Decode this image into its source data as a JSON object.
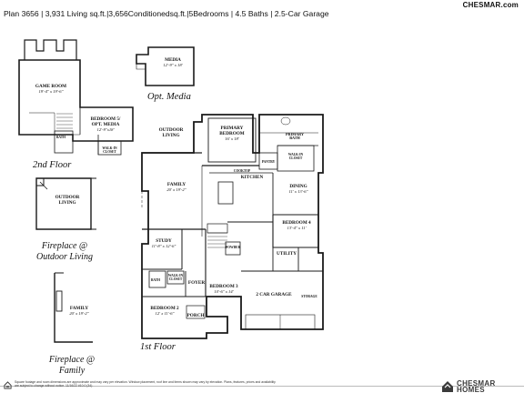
{
  "header": {
    "site": "CHESMAR.com",
    "title": "Plan 3656 | 3,931 Living sq.ft.|3,656Conditionedsq.ft.|5Bedrooms | 4.5 Baths | 2.5-Car Garage"
  },
  "captions": {
    "second_floor": "2nd Floor",
    "opt_media": "Opt. Media",
    "first_floor": "1st Floor",
    "fireplace_outdoor_1": "Fireplace @",
    "fireplace_outdoor_2": "Outdoor Living",
    "fireplace_family_1": "Fireplace @",
    "fireplace_family_2": "Family"
  },
  "rooms": {
    "game_room": {
      "name": "GAME ROOM",
      "dim": "19'-4\" x 19'-6\""
    },
    "bedroom5": {
      "name": "BEDROOM 5/ OPT. MEDIA",
      "dim": "12'-9\"x18'"
    },
    "bath_2nd": {
      "name": "BATH"
    },
    "walkin_2nd": {
      "name": "WALK-IN CLOSET"
    },
    "media": {
      "name": "MEDIA",
      "dim": "12'-9\" x 18'"
    },
    "outdoor_living": {
      "name": "OUTDOOR LIVING"
    },
    "primary_bedroom": {
      "name": "PRIMARY BEDROOM",
      "dim": "16' x 18'"
    },
    "primary_bath": {
      "name": "PRIMARY BATH"
    },
    "walkin_primary": {
      "name": "WALK-IN CLOSET"
    },
    "pantry": {
      "name": "PANTRY"
    },
    "kitchen": {
      "name": "KITCHEN"
    },
    "cooktop": {
      "name": "COOKTOP"
    },
    "family": {
      "name": "FAMILY",
      "dim": "20' x 19'-2\""
    },
    "dining": {
      "name": "DINING",
      "dim": "11' x 13'-6\""
    },
    "bedroom4": {
      "name": "BEDROOM 4",
      "dim": "13'-4\" x 11'"
    },
    "study": {
      "name": "STUDY",
      "dim": "11'-8\" x 12'-6\""
    },
    "powder": {
      "name": "POWDER"
    },
    "utility": {
      "name": "UTILITY"
    },
    "bath_1st": {
      "name": "BATH"
    },
    "walkin_1st": {
      "name": "WALK-IN CLOSET"
    },
    "foyer": {
      "name": "FOYER"
    },
    "bedroom3": {
      "name": "BEDROOM 3",
      "dim": "10'-6\" x 14'"
    },
    "bedroom2": {
      "name": "BEDROOM 2",
      "dim": "12' x 11'-6\""
    },
    "porch": {
      "name": "PORCH"
    },
    "garage": {
      "name": "2 CAR GARAGE"
    },
    "storage": {
      "name": "STORAGE"
    },
    "outdoor_living_alt": {
      "name": "OUTDOOR LIVING"
    },
    "family_alt": {
      "name": "FAMILY",
      "dim": "20' x 19'-2\""
    }
  },
  "footer": {
    "disclaimer": "Square footage and room dimensions are approximate and may vary per elevation. Window placement, roof line and items shown may vary by elevation. Plans, features, prices and availability are subject to change without notice.   11/16/22   #10.0   (34)",
    "brand_line1": "CHESMAR",
    "brand_line2": "HOMES"
  },
  "colors": {
    "line": "#1a1a1a",
    "brand_gray": "#3a3a3a"
  },
  "icons": [
    "equal-housing-icon",
    "chesmar-logo-icon"
  ]
}
